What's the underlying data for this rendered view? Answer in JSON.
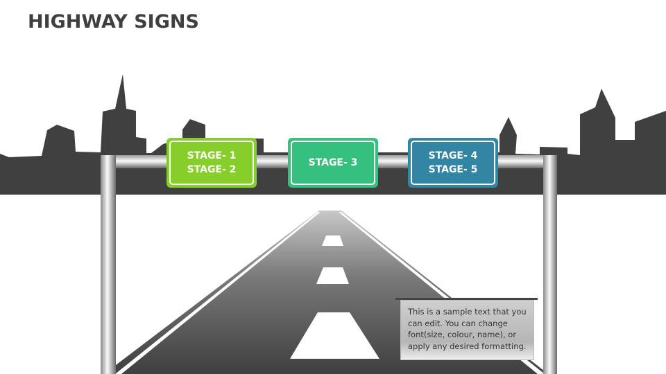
{
  "title": "HIGHWAY SIGNS",
  "signs": [
    {
      "lines": [
        "STAGE- 1",
        "STAGE- 2"
      ],
      "color": "#86cf2a"
    },
    {
      "lines": [
        "STAGE- 3"
      ],
      "color": "#35c07f"
    },
    {
      "lines": [
        "STAGE- 4",
        "STAGE- 5"
      ],
      "color": "#3285a3"
    }
  ],
  "textbox": "This is a sample text that you can edit. You can change font(size, colour, name), or apply any desired formatting."
}
